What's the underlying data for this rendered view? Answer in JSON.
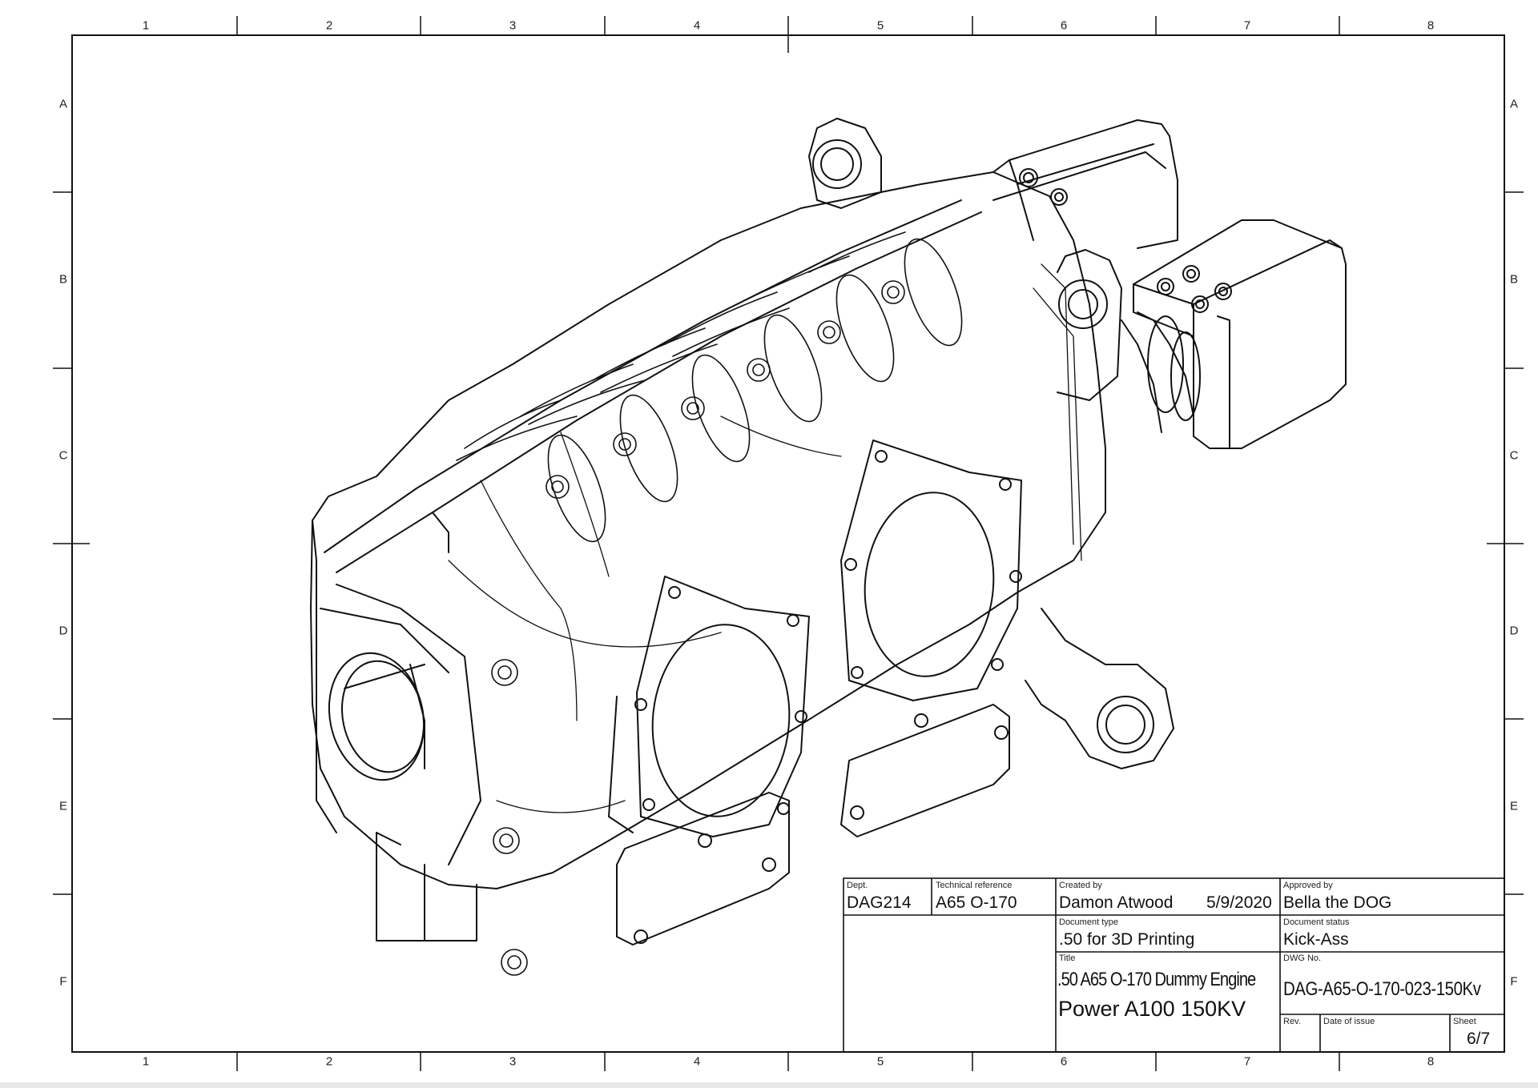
{
  "sheet": {
    "columns": [
      "1",
      "2",
      "3",
      "4",
      "5",
      "6",
      "7",
      "8"
    ],
    "rows": [
      "A",
      "B",
      "C",
      "D",
      "E",
      "F"
    ]
  },
  "title_block": {
    "dept": {
      "label": "Dept.",
      "value": "DAG214"
    },
    "technical_reference": {
      "label": "Technical reference",
      "value": "A65 O-170"
    },
    "created_by": {
      "label": "Created by",
      "value": "Damon Atwood",
      "date": "5/9/2020"
    },
    "approved_by": {
      "label": "Approved by",
      "value": "Bella the DOG"
    },
    "document_type": {
      "label": "Document type",
      "value": ".50 for 3D Printing"
    },
    "document_status": {
      "label": "Document status",
      "value": "Kick-Ass"
    },
    "title": {
      "label": "Title",
      "line1": ".50 A65 O-170 Dummy Engine",
      "line2": "Power A100 150KV"
    },
    "dwg_no": {
      "label": "DWG No.",
      "value": "DAG-A65-O-170-023-150Kv"
    },
    "rev": {
      "label": "Rev.",
      "value": ""
    },
    "date_of_issue": {
      "label": "Date of issue",
      "value": ""
    },
    "sheet": {
      "label": "Sheet",
      "value": "6/7"
    }
  }
}
